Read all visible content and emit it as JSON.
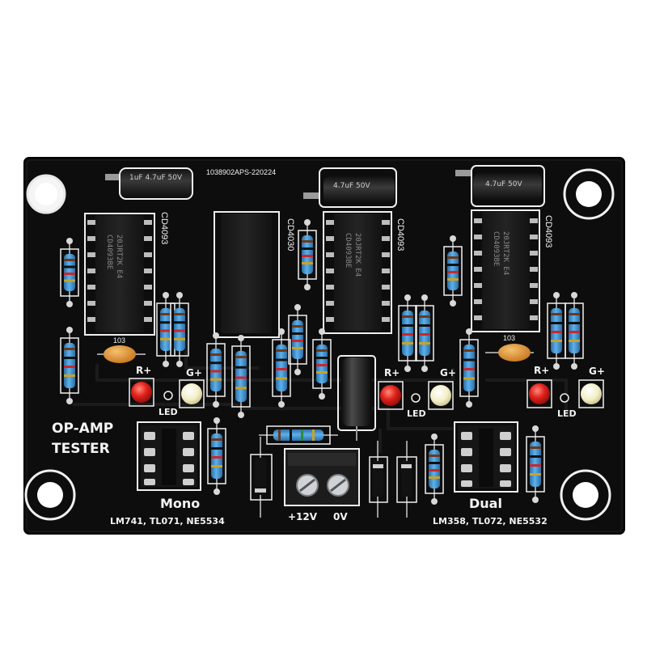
{
  "board": {
    "serial": "1038902APS-220224",
    "title_line1": "OP-AMP",
    "title_line2": "TESTER",
    "mono_label": "Mono",
    "mono_models": "LM741, TL071, NE5534",
    "dual_label": "Dual",
    "dual_models": "LM358, TL072, NE5532",
    "terminal_plus": "+12V",
    "terminal_zero": "0V"
  },
  "chips": [
    {
      "side_label": "CD4093",
      "marking_1": "20JRT2K E4",
      "marking_2": "CD4093BE"
    },
    {
      "side_label": "CD4030",
      "marking_1": "",
      "marking_2": ""
    },
    {
      "side_label": "CD4093",
      "marking_1": "20JRT2K E4",
      "marking_2": "CD4093BE"
    },
    {
      "side_label": "CD4093",
      "marking_1": "20JRT2K E4",
      "marking_2": "CD4093BE"
    }
  ],
  "capacitors": [
    {
      "marking": "1uF 4.7uF 50V"
    },
    {
      "marking": "4.7uF 50V"
    },
    {
      "marking": "4.7uF 50V"
    }
  ],
  "leds": [
    {
      "label_red": "R+",
      "label_green": "G+",
      "led_label": "LED"
    },
    {
      "label_red": "R+",
      "label_green": "G+",
      "led_label": "LED"
    },
    {
      "label_red": "R+",
      "label_green": "G+",
      "led_label": "LED"
    }
  ],
  "ceramic_labels": [
    "103",
    "103"
  ],
  "colors": {
    "pcb": "#0d0d0d",
    "silkscreen": "#f2f2f2",
    "led_red": "#e0201a",
    "led_white": "#f3efc8",
    "resistor_body": "#3e8fd0",
    "ceramic_cap": "#e0952a",
    "terminal_block": "#1c1c1c"
  }
}
